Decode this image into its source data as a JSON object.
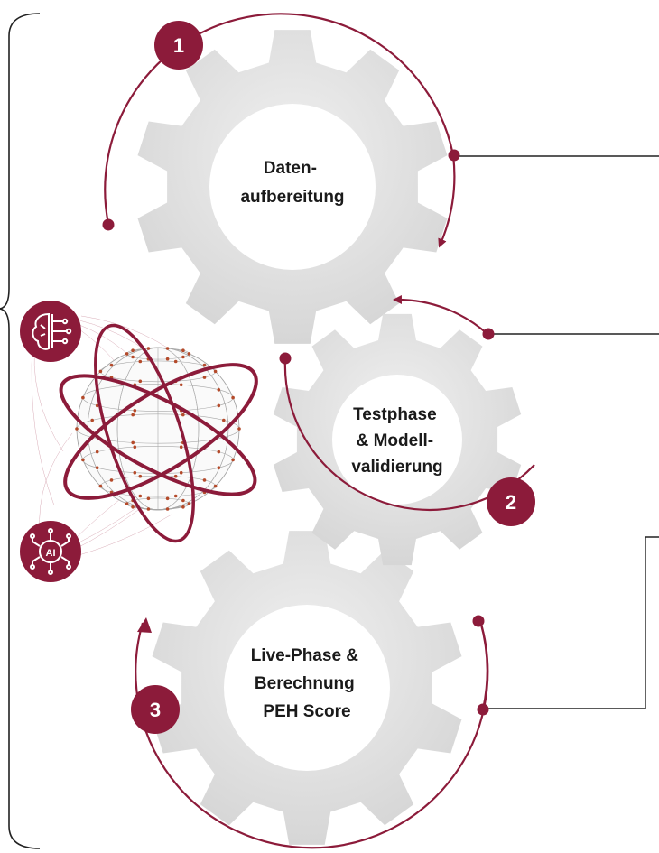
{
  "colors": {
    "accent": "#8c1b3a",
    "gear": "#e4e4e4",
    "gear_center": "#ffffff",
    "bracket": "#222222"
  },
  "steps": [
    {
      "number": "1",
      "label_lines": [
        "Daten-",
        "aufbereitung"
      ]
    },
    {
      "number": "2",
      "label_lines": [
        "Testphase",
        "& Modell-",
        "validierung"
      ]
    },
    {
      "number": "3",
      "label_lines": [
        "Live-Phase &",
        "Berechnung",
        "PEH Score"
      ]
    }
  ],
  "icons": {
    "top": "brain-circuit-icon",
    "bottom": "ai-chip-icon",
    "center": "wireframe-globe-icon"
  }
}
